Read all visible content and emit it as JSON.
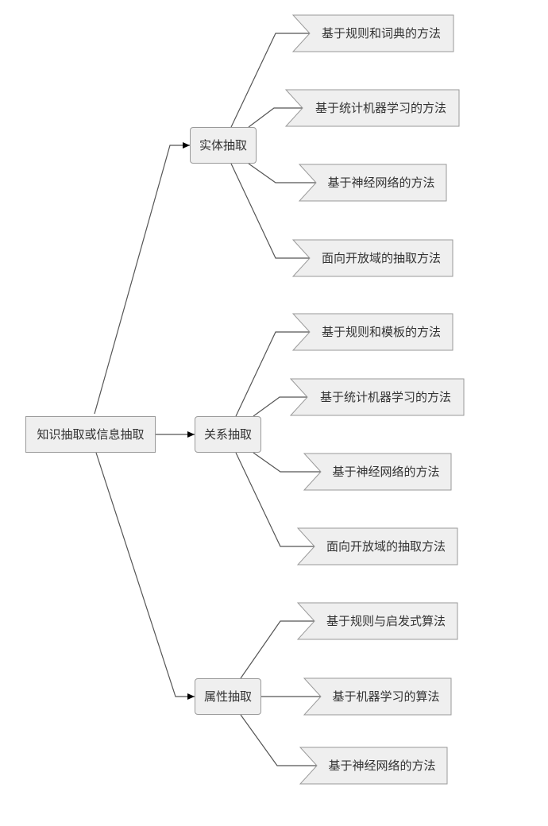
{
  "root": {
    "label": "知识抽取或信息抽取"
  },
  "categories": [
    {
      "label": "实体抽取",
      "methods": [
        "基于规则和词典的方法",
        "基于统计机器学习的方法",
        "基于神经网络的方法",
        "面向开放域的抽取方法"
      ]
    },
    {
      "label": "关系抽取",
      "methods": [
        "基于规则和模板的方法",
        "基于统计机器学习的方法",
        "基于神经网络的方法",
        "面向开放域的抽取方法"
      ]
    },
    {
      "label": "属性抽取",
      "methods": [
        "基于规则与启发式算法",
        "基于机器学习的算法",
        "基于神经网络的方法"
      ]
    }
  ],
  "colors": {
    "node_fill": "#efefef",
    "node_border": "#9a9a9a",
    "edge": "#555555",
    "text": "#333333"
  }
}
